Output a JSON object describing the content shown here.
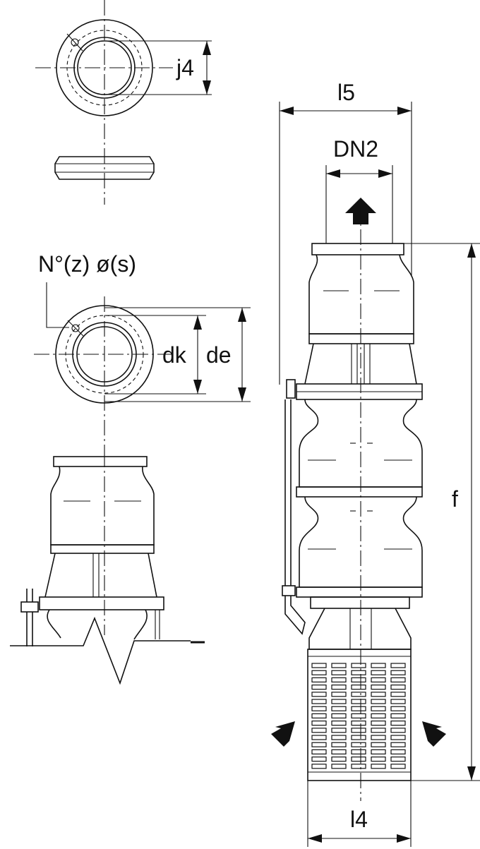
{
  "labels": {
    "j4": "j4",
    "l5": "l5",
    "dn2": "DN2",
    "holes": "N°(z)  ø(s)",
    "dk": "dk",
    "de": "de",
    "f": "f",
    "l4": "l4"
  }
}
